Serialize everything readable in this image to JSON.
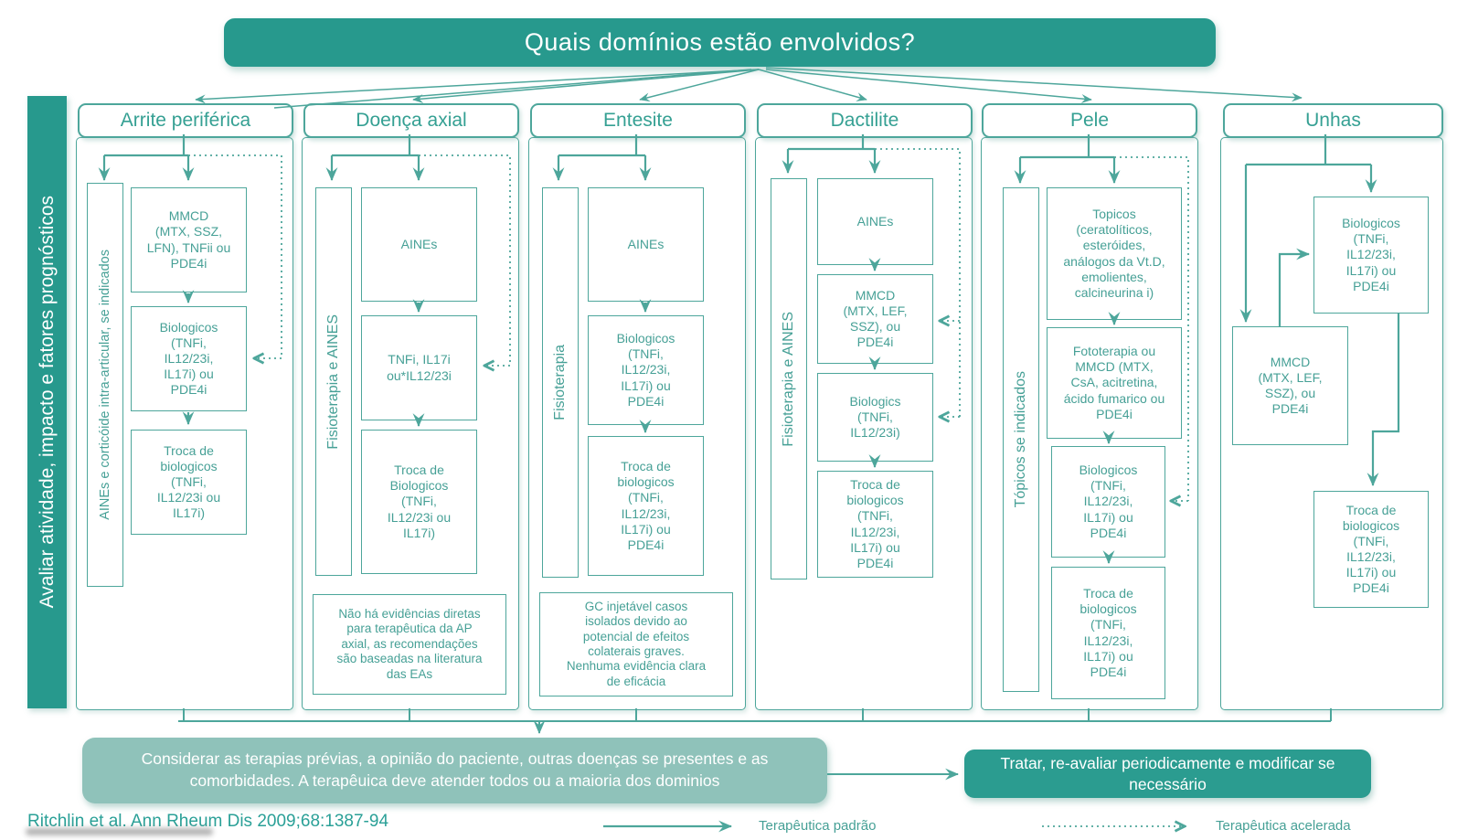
{
  "title": "Quais domínios estão envolvidos?",
  "sidebar": {
    "label": "Avaliar atividade, impacto e fatores prognósticos"
  },
  "columns": [
    {
      "header": "Arrite periférica",
      "side_label": "AINEs e corticóide intra-articular, se indicados",
      "boxes": [
        "MMCD\n(MTX, SSZ,\nLFN), TNFii ou\nPDE4i",
        "Biologicos\n(TNFi,\nIL12/23i,\nIL17i) ou\nPDE4i",
        "Troca de\nbiologicos\n(TNFi,\nIL12/23i ou\nIL17i)"
      ]
    },
    {
      "header": "Doença axial",
      "side_label": "Fisioterapia e AINES",
      "boxes": [
        "AINEs",
        "TNFi, IL17i\nou*IL12/23i",
        "Troca de\nBiologicos\n(TNFi,\nIL12/23i ou\nIL17i)"
      ],
      "note": "Não há evidências diretas\npara terapêutica da  AP\naxial, as recomendações\nsão baseadas na literatura\ndas EAs"
    },
    {
      "header": "Entesite",
      "side_label": "Fisioterapia",
      "boxes": [
        "AINEs",
        "Biologicos\n(TNFi,\nIL12/23i,\nIL17i) ou\nPDE4i",
        "Troca de\nbiologicos\n(TNFi,\nIL12/23i,\nIL17i) ou\nPDE4i"
      ],
      "note": "GC injetável casos\nisolados  devido ao\npotencial de efeitos\ncolaterais graves.\nNenhuma evidência clara\nde eficácia"
    },
    {
      "header": "Dactilite",
      "side_label": "Fisioterapia e AINES",
      "boxes": [
        "AINEs",
        "MMCD\n(MTX, LEF,\nSSZ), ou\nPDE4i",
        "Biologics\n(TNFi,\nIL12/23i)",
        "Troca de\nbiologicos\n(TNFi,\nIL12/23i,\nIL17i) ou\nPDE4i"
      ]
    },
    {
      "header": "Pele",
      "side_label": "Tópicos se indicados",
      "boxes": [
        "Topicos\n(ceratolíticos,\nesteróides,\nanálogos da Vt.D,\nemolientes,\ncalcineurina i)",
        "Fototerapia ou\nMMCD (MTX,\nCsA, acitretina,\nácido fumarico  ou\nPDE4i",
        "Biologicos\n(TNFi,\nIL12/23i,\nIL17i) ou\nPDE4i",
        "Troca de\nbiologicos\n(TNFi,\nIL12/23i,\nIL17i) ou\nPDE4i"
      ]
    },
    {
      "header": "Unhas",
      "boxes": [
        "Biologicos\n(TNFi,\nIL12/23i,\nIL17i) ou\nPDE4i",
        "MMCD\n(MTX, LEF,\nSSZ), ou\nPDE4i",
        "Troca de\nbiologicos\n(TNFi,\nIL12/23i,\nIL17i) ou\nPDE4i"
      ]
    }
  ],
  "bottom": {
    "consider": "Considerar as terapias prévias, a opinião do paciente, outras doenças se presentes e as\ncomorbidades. A terapêuica deve atender todos ou a maioria dos dominios",
    "treat": "Tratar, re-avaliar periodicamente e modificar se\nnecessário"
  },
  "footer": {
    "citation": "Ritchlin et al. Ann Rheum Dis 2009;68:1387-94",
    "legend_solid": "Terapêutica padrão",
    "legend_dotted": "Terapêutica acelerada"
  },
  "colors": {
    "teal": "#27998d",
    "teal_light": "#8fc2ba",
    "line": "#4da69b"
  }
}
